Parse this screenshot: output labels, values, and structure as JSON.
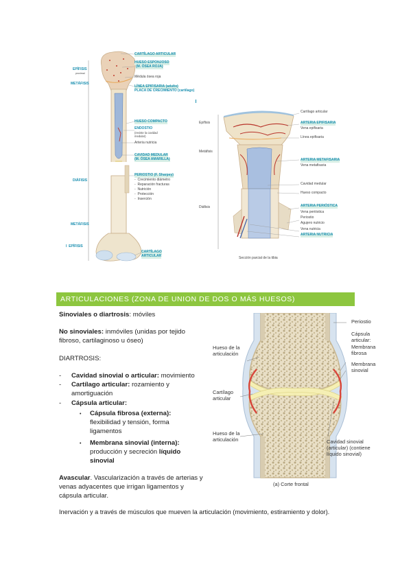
{
  "bone_figure": {
    "left_labels": {
      "epifisis_top": "EPÍFISIS",
      "epifisis_top_sub": "proximal",
      "metafisis_top": "METÁFISIS",
      "diafisis": "DIÁFISIS",
      "metafisis_bottom": "METÁFISIS",
      "epifisis_bottom": "EPÍFISIS"
    },
    "right_labels": {
      "cartilago_articular_top": "CARTÍLAGO ARTICULAR",
      "hueso_esponjoso": "HUESO ESPONJOSO",
      "osea_roja": "(M. ÓSEA ROJA)",
      "medula_osea_roja": "Médula ósea roja",
      "linea_epifisaria": "LÍNEA EPIFISARIA (adulto)",
      "placa_crecimiento": "PLACA DE CRECIMIENTO (cartílago)",
      "hueso_compacto": "HUESO COMPACTO",
      "endostio": "ENDOSTIO",
      "endostio_sub1": "(reviste la cavidad",
      "endostio_sub2": "medular)",
      "arteria_nutricia": "Arteria nutricia",
      "cavidad_medular": "CAVIDAD MEDULAR",
      "osea_amarilla": "(M. ÓSEA AMARILLA)",
      "periostio": "PERIOSTIO (F. Sharpey)",
      "periostio_items": [
        "Crecimiento diámetro",
        "Reparación fracturas",
        "Nutrición",
        "Protección",
        "Inserción"
      ],
      "cartilago_articular_bottom_1": "CARTÍLAGO",
      "cartilago_articular_bottom_2": "ARTICULAR"
    }
  },
  "tibia_figure": {
    "left_labels": {
      "epifisis": "Epífisis",
      "metafisis": "Metáfisis",
      "diafisis": "Diáfisis"
    },
    "right_labels": [
      {
        "text": "Cartílago articular",
        "style": "dark"
      },
      {
        "text": "ARTERIA EPIFISARIA",
        "style": "teal"
      },
      {
        "text": "Vena epifisaria",
        "style": "dark"
      },
      {
        "text": "Línea epifisaria",
        "style": "dark"
      },
      {
        "text": "ARTERIA METAFISARIA",
        "style": "teal"
      },
      {
        "text": "Vena metafisaria",
        "style": "dark"
      },
      {
        "text": "Cavidad medular",
        "style": "dark"
      },
      {
        "text": "Hueso compacto",
        "style": "dark"
      },
      {
        "text": "ARTERIA PERIÓSTICA",
        "style": "teal"
      },
      {
        "text": "Vena perióstica",
        "style": "dark"
      },
      {
        "text": "Periostio",
        "style": "dark"
      },
      {
        "text": "Agujero nutricio",
        "style": "dark"
      },
      {
        "text": "Vena nutricia",
        "style": "dark"
      },
      {
        "text": "ARTERIA NUTRICIA",
        "style": "teal"
      }
    ],
    "caption": "Sección parcial de la tibia"
  },
  "section": {
    "banner": "ARTICULACIONES (ZONA DE UNION DE DOS O MÁS HUESOS)",
    "sinoviales_term": "Sinoviales o diartrosis",
    "sinoviales_rest": ": móviles",
    "no_sinoviales_term": "No sinoviales:",
    "no_sinoviales_rest_1": " inmóviles (unidas por tejido",
    "no_sinoviales_rest_2": "fibroso, cartilaginoso u óseo)",
    "diartrosis": "DIARTROSIS:",
    "dash": "-",
    "bullet": "•",
    "item1_term": "Cavidad sinovial o articular:",
    "item1_rest": " movimiento",
    "item2_term": "Cartílago articular:",
    "item2_rest_1": " rozamiento y",
    "item2_rest_2": "amortiguación",
    "item3_term": "Cápsula articular:",
    "sub1_term": "Cápsula fibrosa (externa):",
    "sub1_rest_1": "flexibilidad y tensión, forma",
    "sub1_rest_2": "ligamentos",
    "sub2_term": "Membrana sinovial (interna):",
    "sub2_rest": "producción y secreción ",
    "sub2_bold_1": "líquido",
    "sub2_bold_2": "sinovial",
    "avascular_term": "Avascular",
    "avascular_rest_1": ". Vascularización a través de arterias y",
    "avascular_rest_2": "venas adyacentes que irrigan ligamentos y",
    "avascular_rest_3": "cápsula articular.",
    "inervacion": "Inervación y a través de músculos que mueven la articulación (movimiento, estiramiento y dolor)."
  },
  "joint_figure": {
    "labels": {
      "periostio": "Periostio",
      "capsula_1": "Cápsula",
      "capsula_2": "articular:",
      "membrana_fibrosa_1": "Membrana",
      "membrana_fibrosa_2": "fibrosa",
      "membrana_sinovial_1": "Membrana",
      "membrana_sinovial_2": "sinovial",
      "hueso_top_1": "Hueso de la",
      "hueso_top_2": "articulación",
      "cartilago_1": "Cartílago",
      "cartilago_2": "articular",
      "hueso_bottom_1": "Hueso de la",
      "hueso_bottom_2": "articulación",
      "cavidad_1": "Cavidad sinovial",
      "cavidad_2": "(articular) (contiene",
      "cavidad_3": "líquido sinovial)",
      "caption": "(a) Corte frontal"
    }
  },
  "colors": {
    "banner": "#8dc63f",
    "label_teal": "#1a8fb0",
    "bone": "#f0e6d2",
    "artery": "#c0392b",
    "vein": "#3a5fa8",
    "cartilage": "#f5efb4"
  }
}
